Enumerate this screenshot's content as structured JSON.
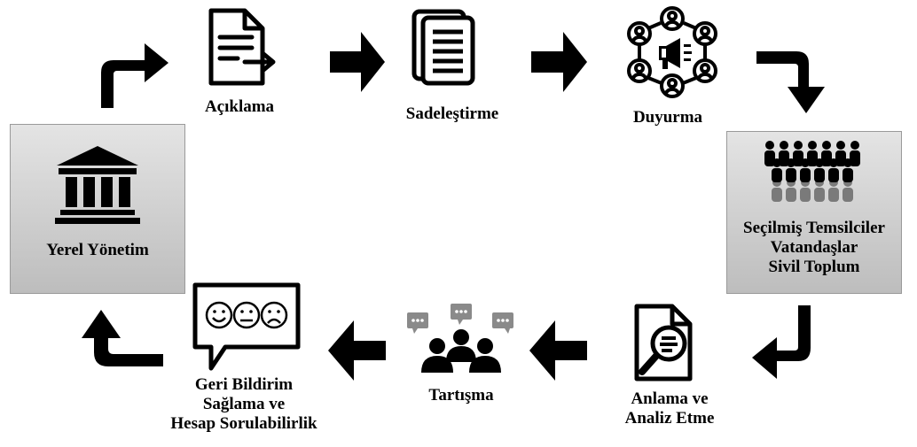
{
  "steps": {
    "local_government": "Yerel Yönetim",
    "explanation": "Açıklama",
    "simplification": "Sadeleştirme",
    "announcement": "Duyurma",
    "stakeholders": [
      "Seçilmiş Temsilciler",
      "Vatandaşlar",
      "Sivil Toplum"
    ],
    "understanding": [
      "Anlama ve",
      "Analiz Etme"
    ],
    "discussion": "Tartışma",
    "feedback": [
      "Geri Bildirim",
      "Sağlama ve",
      "Hesap Sorulabilirlik"
    ]
  },
  "icons": {
    "local_government": "government-building-icon",
    "explanation": "document-export-icon",
    "simplification": "stacked-document-icon",
    "announcement": "megaphone-network-icon",
    "stakeholders": "crowd-icon",
    "understanding": "document-magnifier-icon",
    "discussion": "group-chat-icon",
    "feedback": "emoji-feedback-icon"
  },
  "colors": {
    "box_gradient_top": "#e4e4e4",
    "box_gradient_bottom": "#bdbdbd",
    "arrow": "#000000",
    "chat_gray": "#8a8a8a"
  }
}
